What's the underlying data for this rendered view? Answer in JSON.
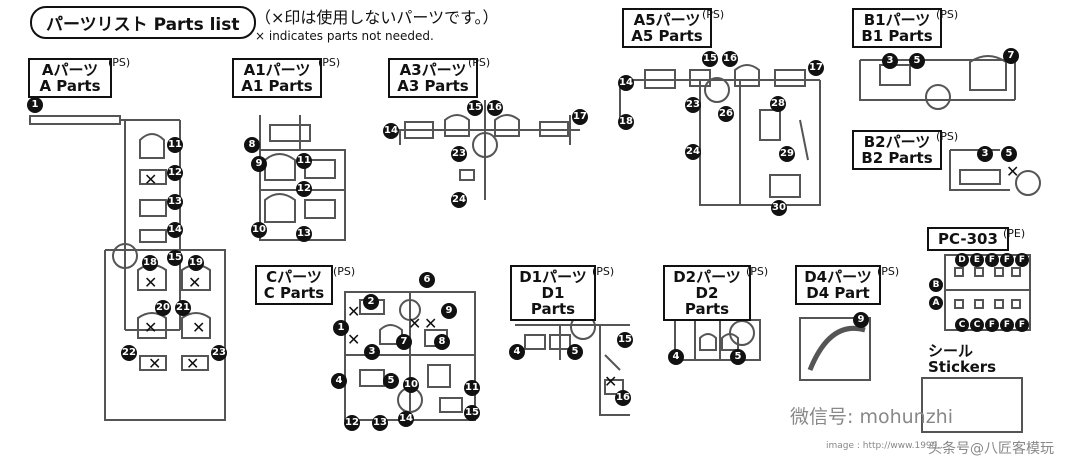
{
  "header": {
    "title": "パーツリスト Parts list",
    "note_ja": "（×印は使用しないパーツです。）",
    "note_en": "× indicates parts not needed."
  },
  "groups": {
    "A": {
      "ja": "Aパーツ",
      "en": "A Parts",
      "material": "(PS)"
    },
    "A1": {
      "ja": "A1パーツ",
      "en": "A1 Parts",
      "material": "(PS)"
    },
    "A3": {
      "ja": "A3パーツ",
      "en": "A3 Parts",
      "material": "(PS)"
    },
    "A5": {
      "ja": "A5パーツ",
      "en": "A5 Parts",
      "material": "(PS)"
    },
    "B1": {
      "ja": "B1パーツ",
      "en": "B1 Parts",
      "material": "(PS)"
    },
    "B2": {
      "ja": "B2パーツ",
      "en": "B2 Parts",
      "material": "(PS)"
    },
    "PC": {
      "ja": "PC-303",
      "material": "(PE)"
    },
    "C": {
      "ja": "Cパーツ",
      "en": "C Parts",
      "material": "(PS)"
    },
    "D1": {
      "ja": "D1パーツ",
      "en": "D1 Parts",
      "material": "(PS)"
    },
    "D2": {
      "ja": "D2パーツ",
      "en": "D2 Parts",
      "material": "(PS)"
    },
    "D4": {
      "ja": "D4パーツ",
      "en": "D4 Part",
      "material": "(PS)"
    }
  },
  "stickers": {
    "ja": "シール",
    "en": "Stickers"
  },
  "watermark": {
    "main": "微信号: mohunzhi",
    "sub": "头条号@八匠客模玩",
    "tiny": "image : http://www.1999..."
  },
  "numbers": {
    "A": [
      "1",
      "11",
      "12",
      "13",
      "14",
      "15",
      "18",
      "19",
      "20",
      "21",
      "22",
      "23"
    ],
    "A1": [
      "8",
      "9",
      "11",
      "12",
      "10",
      "13"
    ],
    "A3": [
      "14",
      "15",
      "16",
      "17",
      "23",
      "24"
    ],
    "A5": [
      "14",
      "15",
      "16",
      "17",
      "18",
      "23",
      "26",
      "28",
      "24",
      "29",
      "30"
    ],
    "B1": [
      "3",
      "5",
      "7"
    ],
    "B2": [
      "3",
      "5"
    ],
    "C": [
      "1",
      "2",
      "6",
      "9",
      "7",
      "8",
      "3",
      "4",
      "5",
      "10",
      "11",
      "12",
      "13",
      "14",
      "15"
    ],
    "D1": [
      "4",
      "5",
      "15",
      "16"
    ],
    "D2": [
      "4",
      "5"
    ],
    "D4": [
      "9"
    ],
    "PC": [
      "D",
      "E",
      "F",
      "F",
      "F",
      "B",
      "A",
      "C",
      "C",
      "F",
      "F",
      "F"
    ]
  }
}
